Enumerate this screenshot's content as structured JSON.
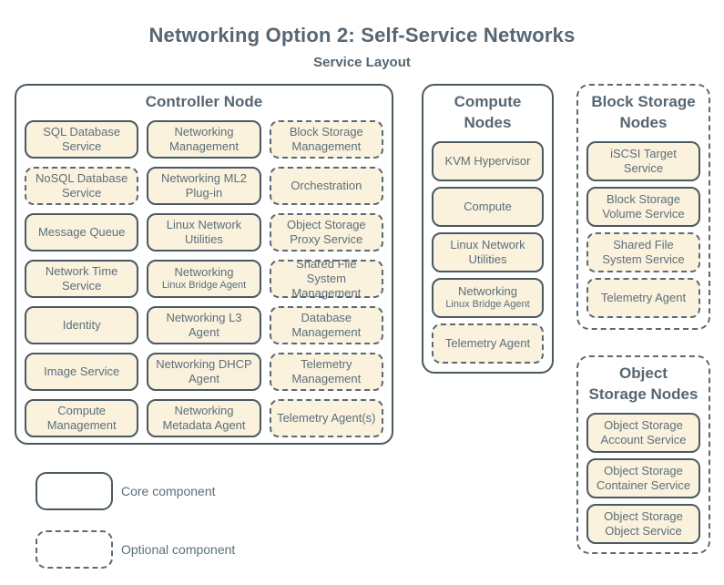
{
  "page": {
    "title": "Networking Option 2: Self-Service Networks",
    "subtitle": "Service Layout"
  },
  "colors": {
    "background": "#ffffff",
    "text": "#5c6e7a",
    "heading": "#566672",
    "box_fill": "#faf2dd",
    "solid_border": "#4a5962",
    "dashed_border": "#5a6a76"
  },
  "legend": [
    {
      "label": "Core component",
      "style": "solid"
    },
    {
      "label": "Optional component",
      "style": "dashed"
    }
  ],
  "groups": [
    {
      "title": "Controller Node",
      "style": "solid",
      "items": [
        {
          "label": "SQL Database Service",
          "style": "solid"
        },
        {
          "label": "Networking Management",
          "style": "solid"
        },
        {
          "label": "Block Storage Management",
          "style": "dashed"
        },
        {
          "label": "NoSQL Database Service",
          "style": "dashed"
        },
        {
          "label": "Networking ML2 Plug-in",
          "style": "solid"
        },
        {
          "label": "Orchestration",
          "style": "dashed"
        },
        {
          "label": "Message Queue",
          "style": "solid"
        },
        {
          "label": "Linux Network Utilities",
          "style": "solid"
        },
        {
          "label": "Object Storage Proxy Service",
          "style": "dashed"
        },
        {
          "label": "Network Time Service",
          "style": "solid"
        },
        {
          "label": "Networking",
          "sublabel": "Linux Bridge Agent",
          "style": "solid"
        },
        {
          "label": "Shared File System Management",
          "style": "dashed"
        },
        {
          "label": "Identity",
          "style": "solid"
        },
        {
          "label": "Networking L3 Agent",
          "style": "solid"
        },
        {
          "label": "Database Management",
          "style": "dashed"
        },
        {
          "label": "Image Service",
          "style": "solid"
        },
        {
          "label": "Networking DHCP Agent",
          "style": "solid"
        },
        {
          "label": "Telemetry Management",
          "style": "dashed"
        },
        {
          "label": "Compute Management",
          "style": "solid"
        },
        {
          "label": "Networking Metadata Agent",
          "style": "solid"
        },
        {
          "label": "Telemetry Agent(s)",
          "style": "dashed"
        }
      ]
    },
    {
      "title": "Compute\nNodes",
      "style": "solid",
      "items": [
        {
          "label": "KVM Hypervisor",
          "style": "solid"
        },
        {
          "label": "Compute",
          "style": "solid"
        },
        {
          "label": "Linux Network Utilities",
          "style": "solid"
        },
        {
          "label": "Networking",
          "sublabel": "Linux Bridge Agent",
          "style": "solid"
        },
        {
          "label": "Telemetry Agent",
          "style": "dashed"
        }
      ]
    },
    {
      "title": "Block Storage\nNodes",
      "style": "dashed",
      "items": [
        {
          "label": "iSCSI Target Service",
          "style": "solid"
        },
        {
          "label": "Block Storage Volume Service",
          "style": "solid"
        },
        {
          "label": "Shared File System Service",
          "style": "dashed"
        },
        {
          "label": "Telemetry Agent",
          "style": "dashed"
        }
      ]
    },
    {
      "title": "Object\nStorage Nodes",
      "style": "dashed",
      "items": [
        {
          "label": "Object Storage Account Service",
          "style": "solid"
        },
        {
          "label": "Object Storage Container Service",
          "style": "solid"
        },
        {
          "label": "Object Storage Object Service",
          "style": "solid"
        }
      ]
    }
  ]
}
